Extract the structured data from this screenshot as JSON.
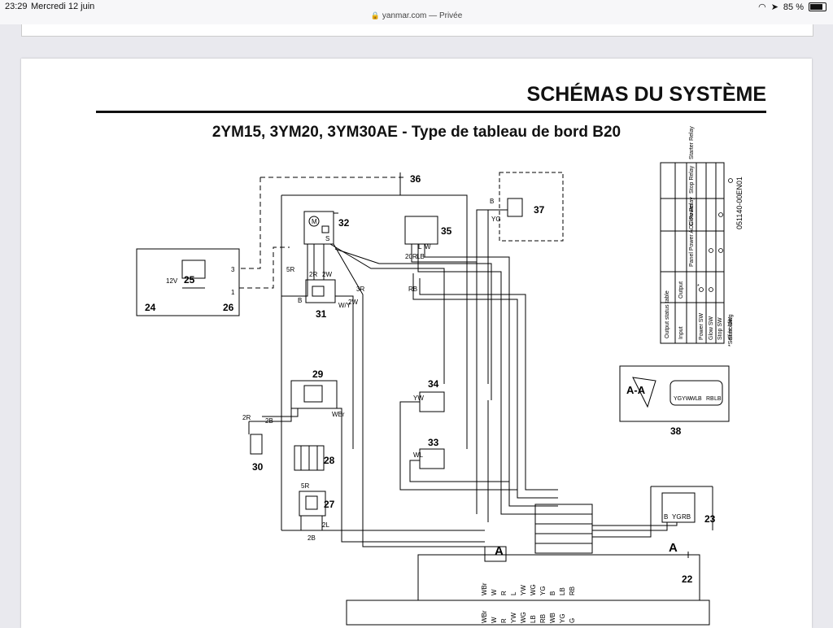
{
  "status_bar": {
    "time": "23:29",
    "date": "Mercredi 12 juin",
    "url": "yanmar.com",
    "url_suffix": "— Privée",
    "battery": "85 %",
    "battery_level": 0.85
  },
  "document": {
    "section_title": "SCHÉMAS DU SYSTÈME",
    "subtitle": "2YM15, 3YM20, 3YM30AE - Type de tableau de bord B20",
    "figure_code": "051140-00EN01"
  },
  "components": {
    "c22": "22",
    "c23": "23",
    "c24": "24",
    "c25": "25",
    "c26": "26",
    "c27": "27",
    "c28": "28",
    "c29": "29",
    "c30": "30",
    "c31": "31",
    "c32": "32",
    "c33": "33",
    "c34": "34",
    "c35": "35",
    "c36": "36",
    "c37": "37",
    "c38": "38"
  },
  "wire_labels": {
    "v12": "12V",
    "w5R": "5R",
    "w2R": "2R",
    "w2W": "2W",
    "B": "B",
    "WY": "W/Y",
    "w2W2": "2W",
    "w3R": "3R",
    "w20R": "20R",
    "LB": "LB",
    "W": "W",
    "L": "L",
    "RB": "RB",
    "YG": "YG",
    "S": "S",
    "M": "M",
    "YW": "YW",
    "WL": "WL",
    "WBr": "WBr",
    "w2B": "2B",
    "w2L": "2L",
    "R": "R",
    "YGB": "YG",
    "RB2": "RB",
    "one": "1",
    "three": "3",
    "section_a": "A",
    "section_aa": "A-A"
  },
  "status_table": {
    "title": "Output status table",
    "output_label": "Output",
    "input_label": "Input",
    "columns": [
      "Panel Power ACC Power",
      "Glow Relay",
      "Stop Relay",
      "Starter Relay"
    ],
    "rows": [
      "Power SW",
      "Glow SW",
      "Stop SW",
      "Start SW"
    ],
    "star": "*",
    "footnote": "*Self-holding"
  },
  "connector_labels": [
    "W",
    "R",
    "L",
    "YG",
    "WB",
    "YW",
    "B",
    "WL",
    "RB",
    "YG",
    "LB",
    "RB"
  ],
  "connector_pins_38": [
    "YG",
    "YW",
    "WL",
    "B",
    "RB",
    "LB"
  ],
  "bottom_labels": [
    "WBr",
    "W",
    "R",
    "L",
    "YW",
    "WG",
    "YG",
    "B",
    "LB",
    "RB"
  ],
  "bottom_labels_2": [
    "WBr",
    "W",
    "R",
    "YW",
    "WG",
    "LB",
    "RB",
    "WB",
    "YG",
    "G"
  ]
}
